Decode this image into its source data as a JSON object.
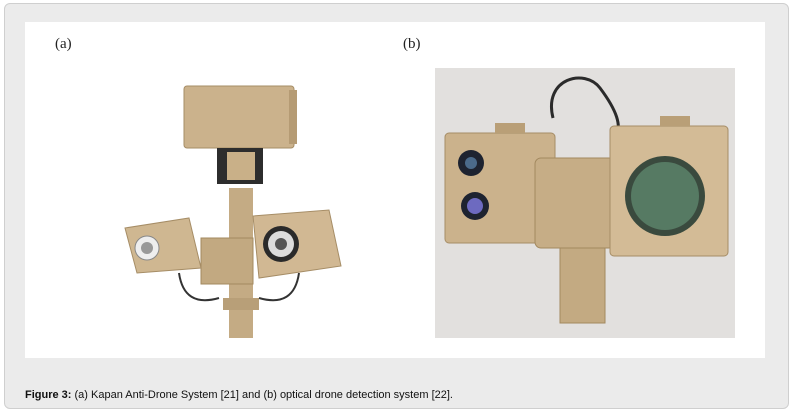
{
  "figure": {
    "panel_a_label": "(a)",
    "panel_b_label": "(b)",
    "caption_prefix": "Figure 3:",
    "caption_text": " (a) Kapan Anti-Drone System [21] and (b) optical drone detection system [22].",
    "colors": {
      "frame_background": "#ebebeb",
      "equipment_tan": "#c9b088",
      "panel_b_background": "#e2e0de"
    }
  },
  "panel_a": {
    "image": "kapan-anti-drone-system-photo"
  },
  "panel_b": {
    "image": "optical-drone-detection-system-photo"
  }
}
